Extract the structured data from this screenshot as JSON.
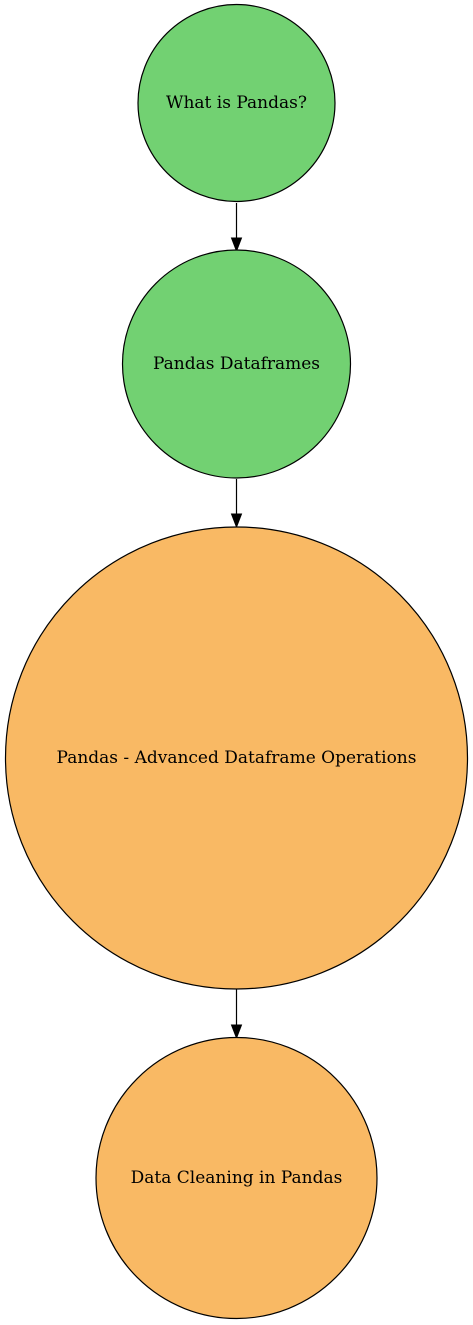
{
  "colors": {
    "completed": "#72d172",
    "pending": "#f9b964",
    "outline": "#000000"
  },
  "nodes": [
    {
      "id": "what-is-pandas",
      "label": "What is Pandas?",
      "status": "completed"
    },
    {
      "id": "pandas-dataframes",
      "label": "Pandas Dataframes",
      "status": "completed"
    },
    {
      "id": "advanced-dataframe-operations",
      "label": "Pandas - Advanced Dataframe Operations",
      "status": "pending"
    },
    {
      "id": "data-cleaning",
      "label": "Data Cleaning in Pandas",
      "status": "pending"
    }
  ],
  "edges": [
    {
      "from": "what-is-pandas",
      "to": "pandas-dataframes"
    },
    {
      "from": "pandas-dataframes",
      "to": "advanced-dataframe-operations"
    },
    {
      "from": "advanced-dataframe-operations",
      "to": "data-cleaning"
    }
  ]
}
